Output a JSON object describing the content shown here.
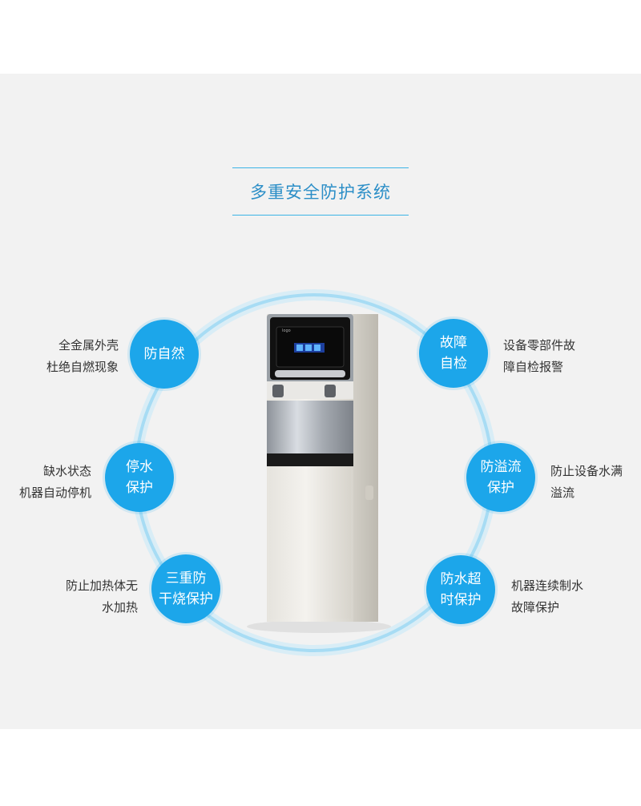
{
  "title": "多重安全防护系统",
  "colors": {
    "accent": "#1ca6ea",
    "title": "#2b8ec7",
    "panel": "#f2f2f2"
  },
  "features": [
    {
      "bubble": [
        "防自然"
      ],
      "desc": [
        "全金属外壳",
        "杜绝自燃现象"
      ]
    },
    {
      "bubble": [
        "停水",
        "保护"
      ],
      "desc": [
        "缺水状态",
        "机器自动停机"
      ]
    },
    {
      "bubble": [
        "三重防",
        "干烧保护"
      ],
      "desc": [
        "防止加热体无",
        "水加热"
      ]
    },
    {
      "bubble": [
        "故障",
        "自检"
      ],
      "desc": [
        "设备零部件故",
        "障自检报警"
      ]
    },
    {
      "bubble": [
        "防溢流",
        "保护"
      ],
      "desc": [
        "防止设备水满",
        "溢流"
      ]
    },
    {
      "bubble": [
        "防水超",
        "时保护"
      ],
      "desc": [
        "机器连续制水",
        "故障保护"
      ]
    }
  ],
  "product": {
    "icon": "water-dispenser-image"
  }
}
